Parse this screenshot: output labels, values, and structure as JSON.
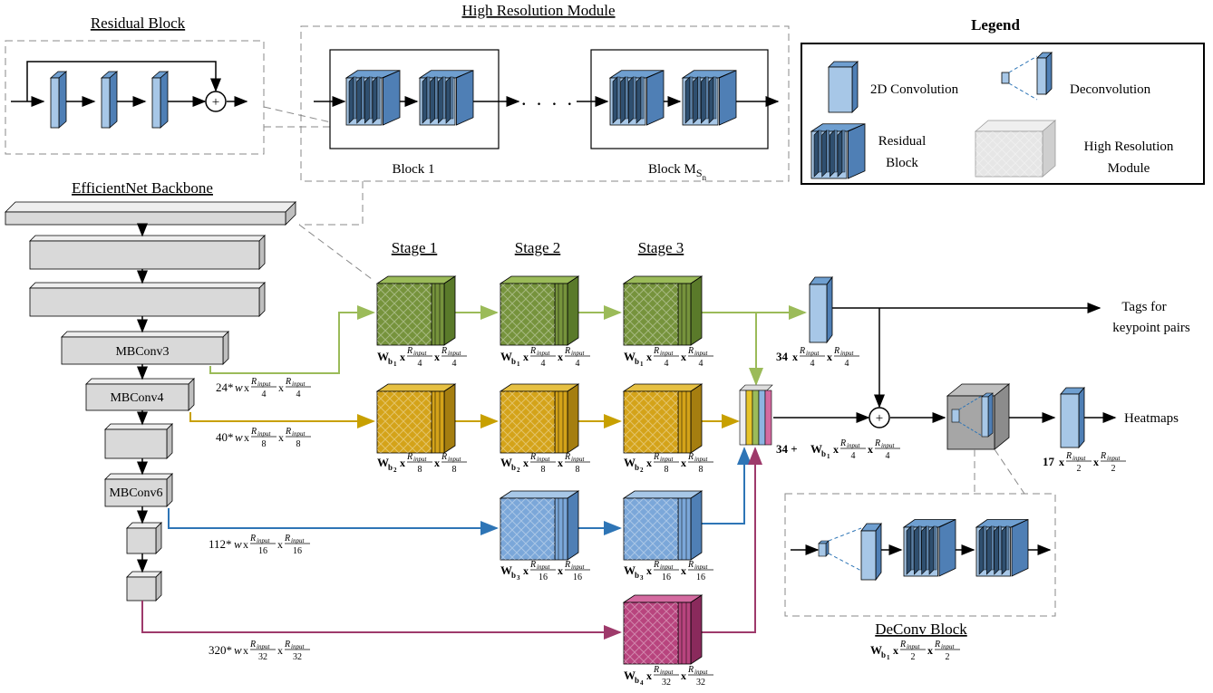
{
  "titles": {
    "residual_block": "Residual Block",
    "high_resolution_module": "High Resolution Module",
    "legend": "Legend",
    "efficientnet_backbone": "EfficientNet Backbone",
    "stage1": "Stage 1",
    "stage2": "Stage 2",
    "stage3": "Stage 3",
    "deconv_block": "DeConv Block"
  },
  "hrm": {
    "block1": "Block 1",
    "block_last": "Block M",
    "block_last_sub": "S",
    "block_last_subsub": "n",
    "ellipsis": "· · · ·"
  },
  "legend_items": {
    "conv2d": "2D Convolution",
    "deconv": "Deconvolution",
    "residual_line1": "Residual",
    "residual_line2": "Block",
    "hrm_line1": "High Resolution",
    "hrm_line2": "Module"
  },
  "backbone": {
    "layers": [
      "MBConv3",
      "MBConv4",
      "MBConv6"
    ]
  },
  "math": {
    "x": "x",
    "R_input": "R",
    "R_sub": "input",
    "W": "W",
    "b": "b",
    "w": "w"
  },
  "branch_factors": {
    "b1": "24*",
    "b2": "40*",
    "b3": "112*",
    "b4": "320*"
  },
  "denominators": {
    "d4": "4",
    "d8": "8",
    "d16": "16",
    "d32": "32",
    "d2": "2"
  },
  "subscripts": {
    "s1": "1",
    "s2": "2",
    "s3": "3",
    "s4": "4"
  },
  "outputs": {
    "tags_line1": "Tags for",
    "tags_line2": "keypoint pairs",
    "heatmaps": "Heatmaps",
    "c34": "34",
    "c34plus": "34 + ",
    "c17": "17"
  },
  "operators": {
    "plus": "+"
  },
  "colors": {
    "green": "#76933c",
    "green_light": "#9bbb59",
    "green_line": "#9bbb59",
    "yellow": "#c79a1a",
    "yellow_light": "#e6b42a",
    "yellow_line": "#c8a000",
    "blue": "#5b8fcf",
    "blue_light": "#8db4e2",
    "blue_line": "#2e75b6",
    "magenta": "#a0336b",
    "magenta_light": "#c45a8e",
    "magenta_line": "#9e3a6b",
    "conv_face": "#a7c7e7",
    "conv_side": "#6f9fd0",
    "gray": "#d9d9d9",
    "gray_dark": "#a6a6a6"
  }
}
